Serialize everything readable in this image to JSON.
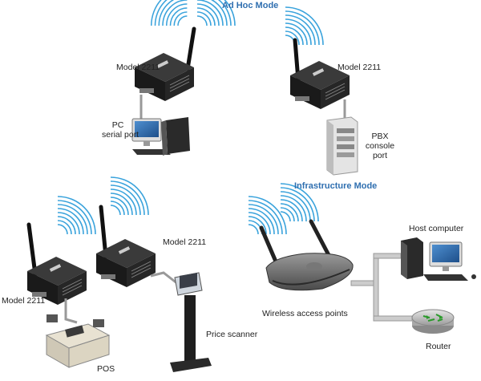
{
  "titles": {
    "adhoc": "Ad Hoc Mode",
    "infrastructure": "Infrastructure Mode"
  },
  "labels": {
    "model_top_left": "Model 2211",
    "model_top_right": "Model 2211",
    "pc_line1": "PC",
    "pc_line2": "serial port",
    "pbx_line1": "PBX",
    "pbx_line2": "console",
    "pbx_line3": "port",
    "model_bottom_left": "Model 2211",
    "model_bottom_mid": "Model 2211",
    "pos": "POS",
    "price_scanner": "Price scanner",
    "wireless_ap": "Wireless access points",
    "host_computer": "Host computer",
    "router": "Router"
  },
  "colors": {
    "accent_title": "#2f6fb0",
    "wave": "#3aa3dc",
    "device_dark": "#1c1c1c",
    "cable": "#aaaaaa"
  }
}
